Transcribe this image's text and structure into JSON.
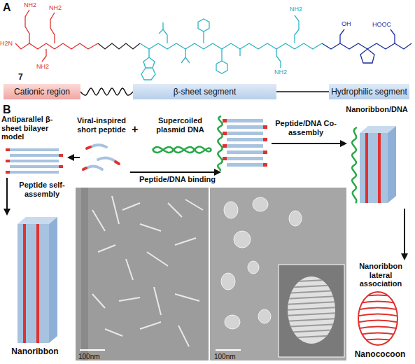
{
  "diagram": {
    "nodes": [
      {
        "text": [
          "Cationic region"
        ]
      },
      {
        "text": [
          "β-sheet segment"
        ]
      },
      {
        "text": [
          "Hydrophilic segment"
        ]
      }
    ],
    "edges": [
      {
        "from": 0,
        "to": 1,
        "arrow": "none"
      },
      {
        "from": 1,
        "to": 2,
        "arrow": "none"
      }
    ],
    "labels": [
      "A",
      "H2N",
      "NH2",
      "NH2",
      "NH2",
      "7",
      "NH2",
      "NH2",
      "OH",
      "HOOC",
      "B",
      "Antiparallel β-sheet bilayer model",
      "Viral-inspired short peptide",
      "+",
      "Supercoiled plasmid DNA",
      "Peptide/DNA binding",
      "Nanoribbon/DNA",
      "Peptide self-assembly",
      "Peptide/DNA Co-assembly",
      "Nanoribbon lateral association",
      "Nanoribbon",
      "Nanococoon",
      "100nm",
      "100nm"
    ]
  }
}
